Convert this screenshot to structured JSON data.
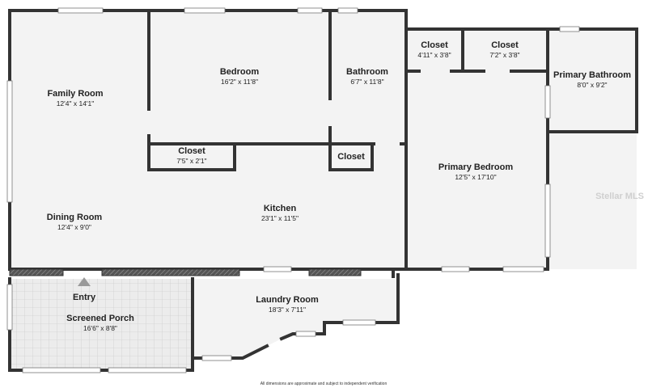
{
  "rooms": {
    "family_room": {
      "name": "Family Room",
      "dims": "12'4\" x 14'1\""
    },
    "bedroom": {
      "name": "Bedroom",
      "dims": "16'2\" x 11'8\""
    },
    "bathroom": {
      "name": "Bathroom",
      "dims": "6'7\" x 11'8\""
    },
    "closet_1": {
      "name": "Closet",
      "dims": "4'11\" x 3'8\""
    },
    "closet_2": {
      "name": "Closet",
      "dims": "7'2\" x 3'8\""
    },
    "primary_bathroom": {
      "name": "Primary Bathroom",
      "dims": "8'0\" x 9'2\""
    },
    "closet_3": {
      "name": "Closet",
      "dims": "7'5\" x 2'1\""
    },
    "closet_4": {
      "name": "Closet"
    },
    "primary_bedroom": {
      "name": "Primary Bedroom",
      "dims": "12'5\" x 17'10\""
    },
    "kitchen": {
      "name": "Kitchen",
      "dims": "23'1\" x 11'5\""
    },
    "dining_room": {
      "name": "Dining Room",
      "dims": "12'4\" x 9'0\""
    },
    "entry": {
      "name": "Entry"
    },
    "screened_porch": {
      "name": "Screened Porch",
      "dims": "16'6\" x 8'8\""
    },
    "laundry_room": {
      "name": "Laundry Room",
      "dims": "18'3\" x 7'11\""
    }
  },
  "footnote": "All dimensions are approximate and subject to independent verification",
  "watermark": "Stellar MLS",
  "colors": {
    "wall": "#333333",
    "floor": "#f3f3f3",
    "porch_tile": "#e6e6e6"
  }
}
